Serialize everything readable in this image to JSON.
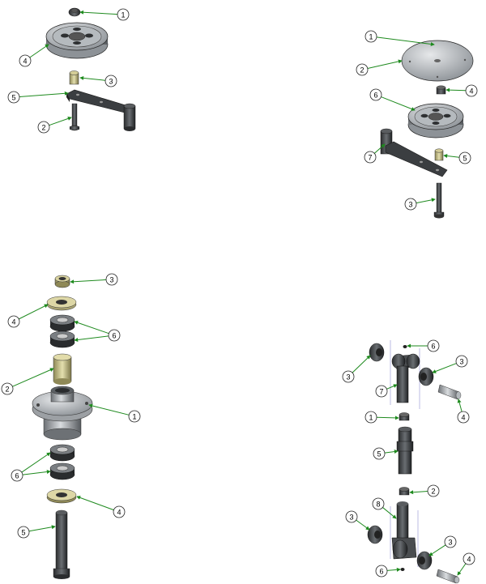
{
  "colors": {
    "leader": "#1e8a1e",
    "part_light": "#c4c8cc",
    "part_mid": "#8a8f94",
    "part_dark": "#3a3d40",
    "bushing": "#c9c28a",
    "outline": "#222222"
  },
  "assemblies": [
    {
      "id": "top-left",
      "callouts": [
        {
          "id": "tl-1",
          "label": "1"
        },
        {
          "id": "tl-4",
          "label": "4"
        },
        {
          "id": "tl-3",
          "label": "3"
        },
        {
          "id": "tl-5",
          "label": "5"
        },
        {
          "id": "tl-2",
          "label": "2"
        }
      ]
    },
    {
      "id": "top-right",
      "callouts": [
        {
          "id": "tr-1",
          "label": "1"
        },
        {
          "id": "tr-2",
          "label": "2"
        },
        {
          "id": "tr-4",
          "label": "4"
        },
        {
          "id": "tr-6",
          "label": "6"
        },
        {
          "id": "tr-7",
          "label": "7"
        },
        {
          "id": "tr-5",
          "label": "5"
        },
        {
          "id": "tr-3",
          "label": "3"
        }
      ]
    },
    {
      "id": "bottom-left",
      "callouts": [
        {
          "id": "bl-3",
          "label": "3"
        },
        {
          "id": "bl-4a",
          "label": "4"
        },
        {
          "id": "bl-6a",
          "label": "6"
        },
        {
          "id": "bl-2",
          "label": "2"
        },
        {
          "id": "bl-1",
          "label": "1"
        },
        {
          "id": "bl-6b",
          "label": "6"
        },
        {
          "id": "bl-4b",
          "label": "4"
        },
        {
          "id": "bl-5",
          "label": "5"
        }
      ]
    },
    {
      "id": "bottom-right",
      "callouts": [
        {
          "id": "br-6a",
          "label": "6"
        },
        {
          "id": "br-3a",
          "label": "3"
        },
        {
          "id": "br-3b",
          "label": "3"
        },
        {
          "id": "br-7",
          "label": "7"
        },
        {
          "id": "br-4a",
          "label": "4"
        },
        {
          "id": "br-1",
          "label": "1"
        },
        {
          "id": "br-5",
          "label": "5"
        },
        {
          "id": "br-2",
          "label": "2"
        },
        {
          "id": "br-8",
          "label": "8"
        },
        {
          "id": "br-3c",
          "label": "3"
        },
        {
          "id": "br-3d",
          "label": "3"
        },
        {
          "id": "br-4b",
          "label": "4"
        },
        {
          "id": "br-6b",
          "label": "6"
        }
      ]
    }
  ]
}
